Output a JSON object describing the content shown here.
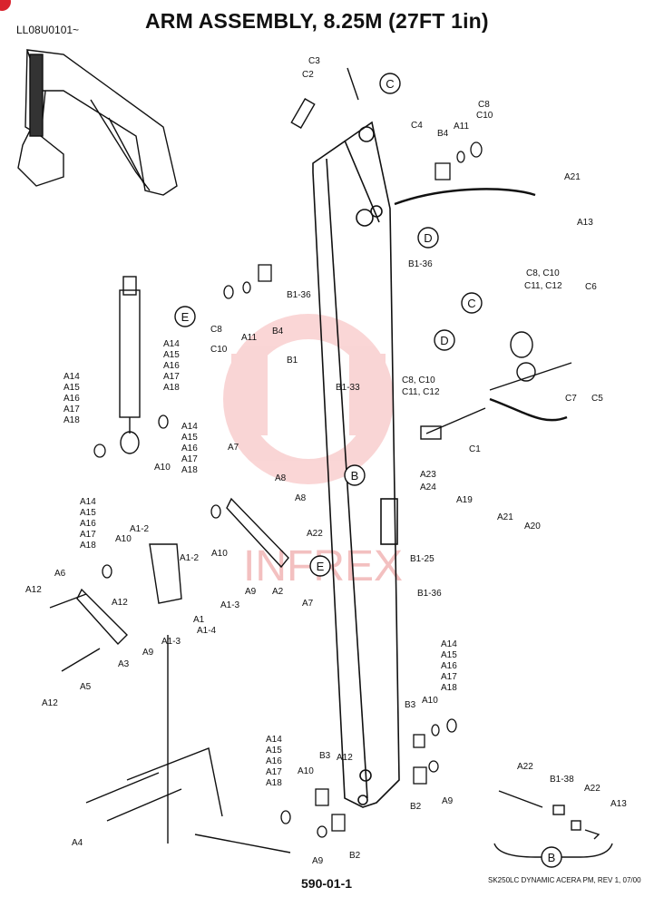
{
  "header": {
    "code": "LL08U0101~",
    "title": "ARM ASSEMBLY, 8.25M (27FT 1in)"
  },
  "footer": {
    "page": "590-01-1",
    "note": "SK250LC DYNAMIC ACERA PM, REV 1, 07/00"
  },
  "watermark": {
    "text": "INFREX",
    "color": "#f3c0c0"
  },
  "callouts": [
    "C",
    "D",
    "E",
    "C",
    "D",
    "B",
    "E",
    "B"
  ],
  "part_labels": [
    "C3",
    "C2",
    "C8",
    "C10",
    "C4",
    "A11",
    "B4",
    "A21",
    "A13",
    "B1-36",
    "C8",
    "C10",
    "A11",
    "B4",
    "B1-36",
    "B1",
    "B1-33",
    "C8, C10",
    "C11, C12",
    "C6",
    "C7",
    "C5",
    "C8, C10",
    "C11, C12",
    "C1",
    "A23",
    "A24",
    "A19",
    "A21",
    "A20",
    "A22",
    "B1-25",
    "B1-36",
    "A14",
    "A15",
    "A16",
    "A17",
    "A18",
    "A14",
    "A15",
    "A16",
    "A17",
    "A18",
    "A14",
    "A15",
    "A16",
    "A17",
    "A18",
    "A14",
    "A15",
    "A16",
    "A17",
    "A18",
    "A10",
    "A1-2",
    "A10",
    "A7",
    "A8",
    "A8",
    "A10",
    "A1-2",
    "A1-3",
    "A9",
    "A2",
    "A7",
    "A12",
    "A6",
    "A12",
    "A1",
    "A1-4",
    "A9",
    "A1-3",
    "A3",
    "A5",
    "A12",
    "A14",
    "A15",
    "A16",
    "A17",
    "A18",
    "B3",
    "A10",
    "A10",
    "B3",
    "A12",
    "B2",
    "A9",
    "A9",
    "B2",
    "A4",
    "A22",
    "B1-38",
    "A22",
    "A13"
  ]
}
